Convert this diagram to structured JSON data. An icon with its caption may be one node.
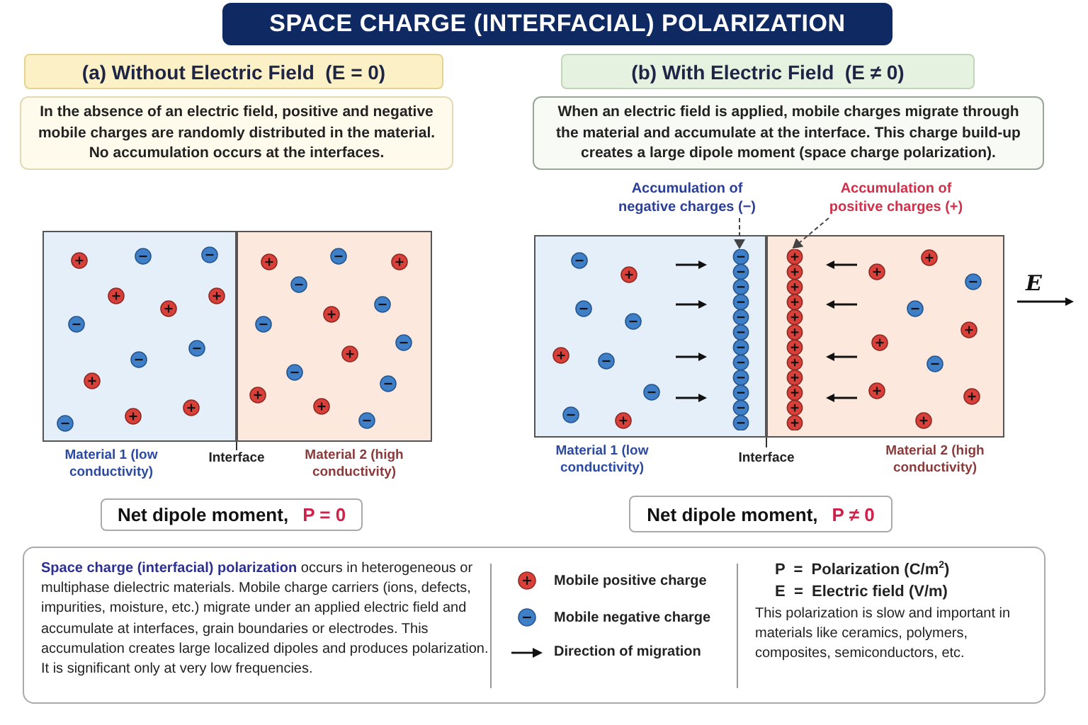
{
  "diagram": {
    "title": "SPACE CHARGE (INTERFACIAL) POLARIZATION",
    "nodes": [
      {
        "text": [
          "(a) Without Electric Field  (E = 0)"
        ]
      },
      {
        "text": [
          "In the absence of an electric field, positive and negative mobile charges are randomly distributed in the material. No accumulation occurs at the interfaces."
        ]
      },
      {
        "text": [
          "Material 1 (low conductivity)"
        ]
      },
      {
        "text": [
          "Material 2 (high conductivity)"
        ]
      },
      {
        "text": [
          "Net dipole moment,",
          "P = 0"
        ]
      },
      {
        "text": [
          "(b) With Electric Field  (E ≠ 0)"
        ]
      },
      {
        "text": [
          "When an electric field is applied, mobile charges migrate through the material and accumulate at the interface. This charge build-up creates a large dipole moment (space charge polarization)."
        ]
      },
      {
        "text": [
          "Accumulation of negative charges (−)"
        ]
      },
      {
        "text": [
          "Accumulation of positive charges (+)"
        ]
      },
      {
        "text": [
          "Material 1 (low conductivity)"
        ]
      },
      {
        "text": [
          "Material 2 (high conductivity)"
        ]
      },
      {
        "text": [],
        "shape": "bar",
        "in": 9
      },
      {
        "text": [],
        "shape": "bar",
        "in": 10
      },
      {
        "text": [
          "Net dipole moment,",
          "P ≠ 0"
        ]
      },
      {
        "text": [
          "**Space charge (interfacial) polarization** occurs in heterogeneous or multiphase dielectric materials. Mobile charge carriers (ions, defects, impurities, moisture, etc.) migrate under an applied electric field and accumulate at interfaces, grain boundaries or electrodes. This accumulation creates large localized dipoles and produces polarization.",
          "It is significant only at very low frequencies.",
          "P  =  Polarization (C/m$^{2}$)",
          "E  =  Electric field (V/m)",
          "This polarization is slow and important in materials like ceramics, polymers, composites, semiconductors, etc."
        ]
      }
    ],
    "edges": [
      {
        "from": 7,
        "to": 11,
        "arrow": "to",
        "style": "dashed"
      },
      {
        "from": 8,
        "to": 12,
        "arrow": "to",
        "style": "dashed"
      }
    ],
    "labels": [
      "Interface",
      "Interface",
      "E"
    ],
    "legend": [
      {
        "text": "Mobile positive charge"
      },
      {
        "text": "Mobile negative charge"
      },
      {
        "text": "Direction of migration"
      }
    ]
  }
}
